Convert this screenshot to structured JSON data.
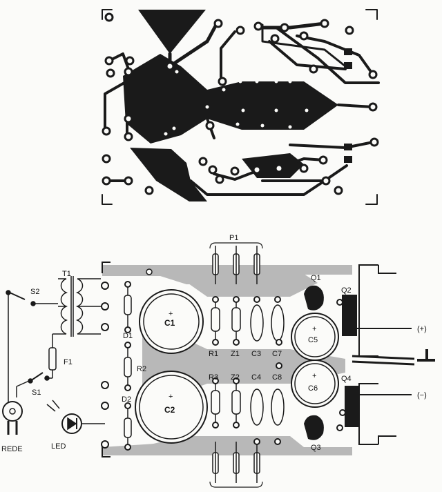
{
  "colors": {
    "ink": "#1a1a1a",
    "copper_shadow": "#b8b8b8",
    "paper": "#fbfbf9"
  },
  "labels": {
    "p1": "P1",
    "t1": "T1",
    "s2": "S2",
    "f1": "F1",
    "s1": "S1",
    "rede": "REDE",
    "led": "LED",
    "d1": "D1",
    "d2": "D2",
    "r2": "R2",
    "c1": "C1",
    "c2": "C2",
    "r1": "R1",
    "z1": "Z1",
    "c3": "C3",
    "c7": "C7",
    "r3": "R3",
    "z2": "Z2",
    "c4": "C4",
    "c8": "C8",
    "q1": "Q1",
    "q2": "Q2",
    "q3": "Q3",
    "q4": "Q4",
    "c5": "C5",
    "c6": "C6",
    "plus_out": "(+)",
    "minus_out": "(−)",
    "plus_sign": "+"
  }
}
